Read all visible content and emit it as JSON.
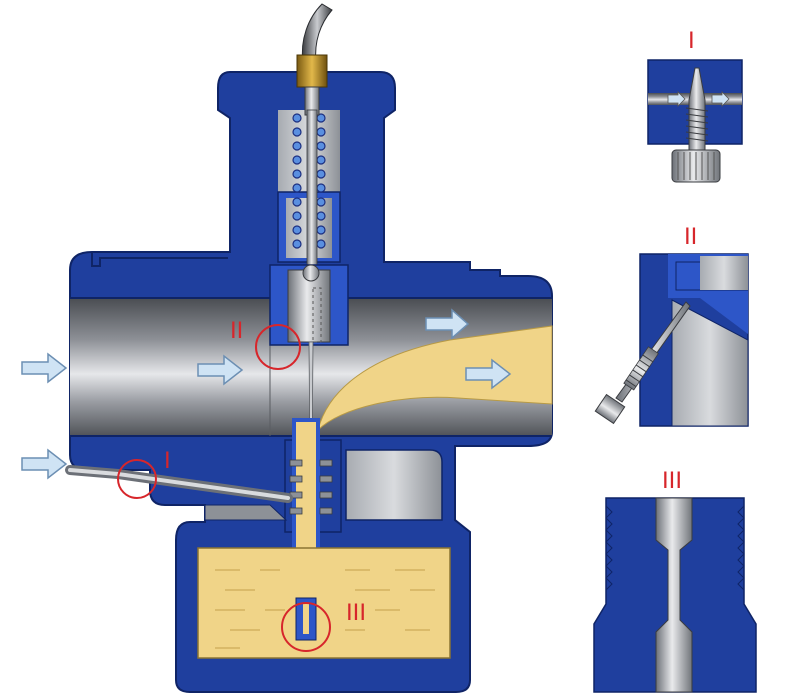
{
  "callouts": {
    "main": {
      "i": "I",
      "ii": "II",
      "iii": "III"
    },
    "detail": {
      "i": "I",
      "ii": "II",
      "iii": "III"
    }
  },
  "colors": {
    "body_blue": "#1f3f9e",
    "body_dark": "#0f2466",
    "fuel": "#f0d488",
    "steel": "#9a9ea4",
    "callout_red": "#d7262b",
    "arrow_fill": "#cfe3f4"
  },
  "icons": {
    "airflow": "air-flow-arrow-icon",
    "callout": "callout-circle-icon"
  }
}
